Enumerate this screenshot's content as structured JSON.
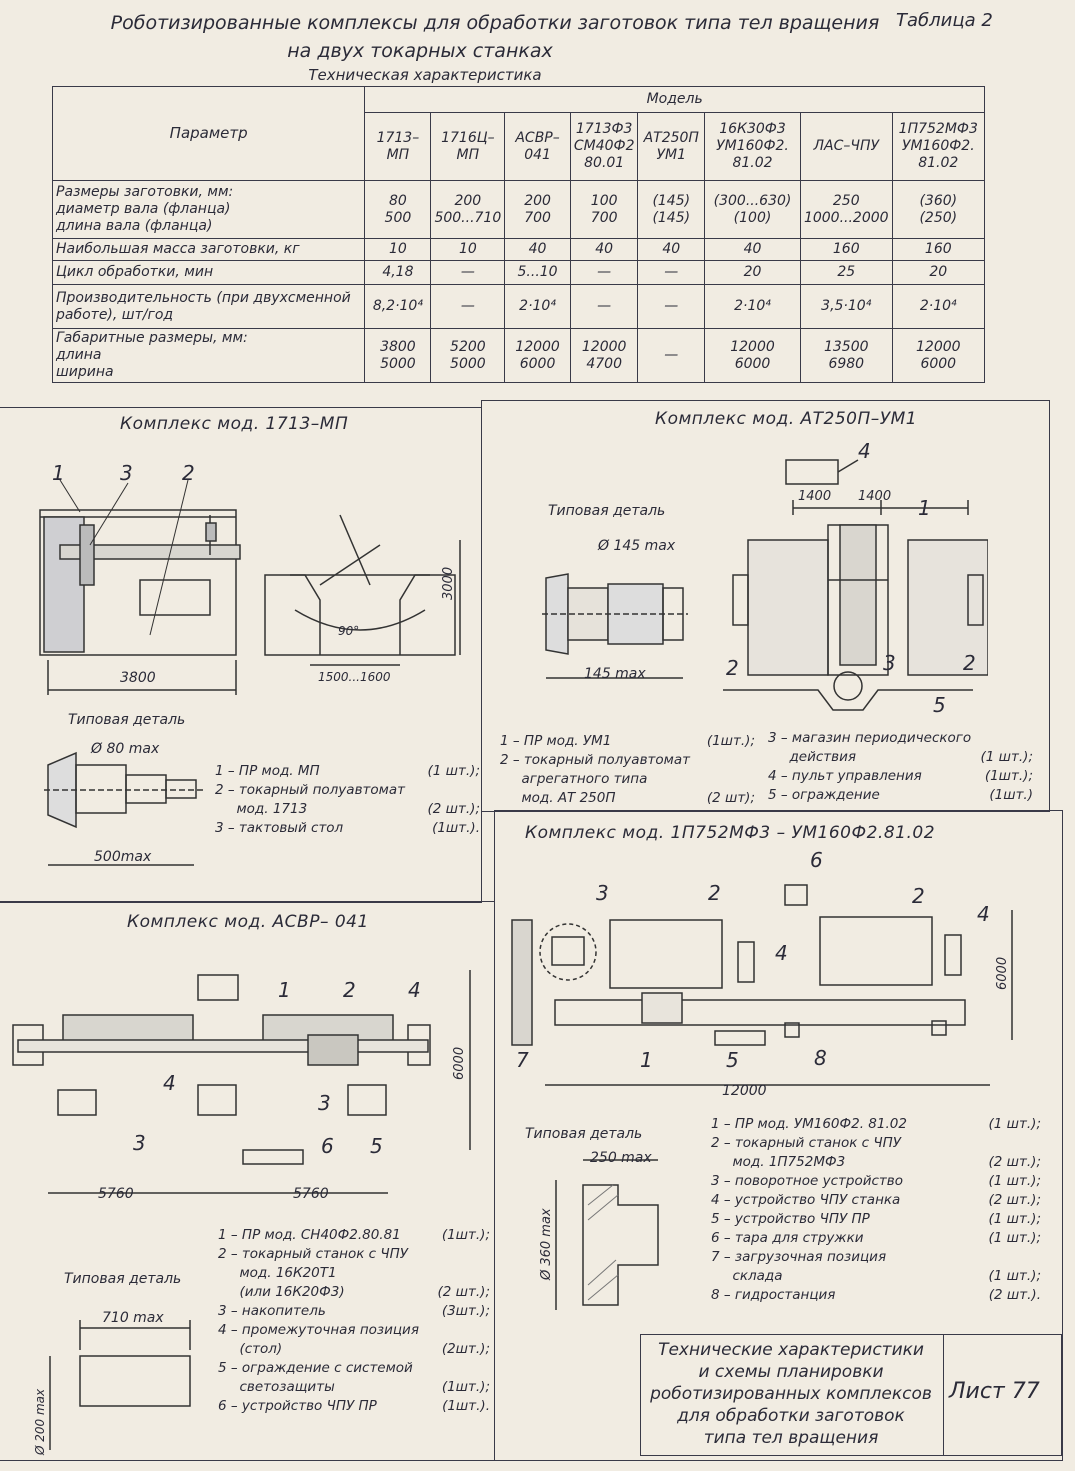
{
  "header": {
    "line1": "Роботизированные комплексы для обработки заготовок типа тел вращения",
    "table_no": "Таблица 2",
    "line2": "на двух токарных станках",
    "line3": "Техническая характеристика"
  },
  "table": {
    "param_header": "Параметр",
    "model_header": "Модель",
    "models": [
      "1713–МП",
      "1716Ц–МП",
      "АСВР–041",
      "1713Ф3 СМ40Ф2 80.01",
      "АТ250П УМ1",
      "16К30Ф3 УМ160Ф2. 81.02",
      "ЛАС–ЧПУ",
      "1П752МФ3 УМ160Ф2. 81.02"
    ],
    "rows": [
      {
        "param": "Размеры заготовки, мм:\nдиаметр вала (фланца)\nдлина вала (фланца)",
        "values": [
          "80\n500",
          "200\n500...710",
          "200\n700",
          "100\n700",
          "(145)\n(145)",
          "(300...630)\n(100)",
          "250\n1000...2000",
          "(360)\n(250)"
        ]
      },
      {
        "param": "Наибольшая масса заготовки, кг",
        "values": [
          "10",
          "10",
          "40",
          "40",
          "40",
          "40",
          "160",
          "160"
        ]
      },
      {
        "param": "Цикл обработки, мин",
        "values": [
          "4,18",
          "—",
          "5...10",
          "—",
          "—",
          "20",
          "25",
          "20"
        ]
      },
      {
        "param": "Производительность (при двухсменной работе), шт/год",
        "values": [
          "8,2·10⁴",
          "—",
          "2·10⁴",
          "—",
          "—",
          "2·10⁴",
          "3,5·10⁴",
          "2·10⁴"
        ]
      },
      {
        "param": "Габаритные размеры, мм:\nдлина\nширина",
        "values": [
          "3800\n5000",
          "5200\n5000",
          "12000\n6000",
          "12000\n4700",
          "—",
          "12000\n6000",
          "13500\n6980",
          "12000\n6000"
        ]
      }
    ]
  },
  "s1": {
    "title": "Комплекс мод. 1713–МП",
    "callouts": [
      "1",
      "3",
      "2"
    ],
    "dim_3800": "3800",
    "dim_3000": "3000",
    "dim_1500": "1500...1600",
    "angle": "90°",
    "part_title": "Типовая деталь",
    "part_d": "Ø 80 max",
    "part_l": "500max",
    "legend": [
      {
        "t": "1 – ПР мод. МП",
        "q": "(1 шт.);"
      },
      {
        "t": "2 – токарный полуавтомат\n     мод. 1713",
        "q": "(2 шт.);"
      },
      {
        "t": "3 – тактовый стол",
        "q": "(1шт.)."
      }
    ]
  },
  "s2": {
    "title": "Комплекс мод. АТ250П–УМ1",
    "part_title": "Типовая деталь",
    "part_d": "Ø 145 max",
    "part_l": "145 max",
    "dim_a": "1400",
    "dim_b": "1400",
    "callouts": [
      "4",
      "1",
      "2",
      "3",
      "2",
      "5"
    ],
    "legend_left": [
      {
        "t": "1 – ПР мод. УМ1",
        "q": "(1шт.);"
      },
      {
        "t": "2 – токарный полуавтомат\n     агрегатного типа\n     мод. АТ 250П",
        "q": "(2 шт);"
      }
    ],
    "legend_right": [
      {
        "t": "3 – магазин периодического\n     действия",
        "q": "(1 шт.);"
      },
      {
        "t": "4 – пульт управления",
        "q": "(1шт.);"
      },
      {
        "t": "5 – ограждение",
        "q": "(1шт.)"
      }
    ]
  },
  "s3": {
    "title": "Комплекс мод. АСВР– 041",
    "callouts": [
      "1",
      "2",
      "4",
      "4",
      "3",
      "3",
      "6",
      "5"
    ],
    "dim_left": "5760",
    "dim_right": "5760",
    "dim_6000": "6000",
    "part_title": "Типовая деталь",
    "part_l": "710 max",
    "part_d": "Ø 200 max",
    "legend": [
      {
        "t": "1 – ПР мод. СН40Ф2.80.81",
        "q": "(1шт.);"
      },
      {
        "t": "2 – токарный станок с ЧПУ\n     мод. 16К20Т1\n     (или 16К20Ф3)",
        "q": "(2 шт.);"
      },
      {
        "t": "3 – накопитель",
        "q": "(3шт.);"
      },
      {
        "t": "4 – промежуточная позиция\n     (стол)",
        "q": "(2шт.);"
      },
      {
        "t": "5 – ограждение с системой\n     светозащиты",
        "q": "(1шт.);"
      },
      {
        "t": "6 – устройство ЧПУ ПР",
        "q": "(1шт.)."
      }
    ]
  },
  "s4": {
    "title": "Комплекс мод. 1П752МФ3 – УМ160Ф2.81.02",
    "callouts": [
      "6",
      "3",
      "2",
      "2",
      "4",
      "4",
      "7",
      "1",
      "5",
      "8"
    ],
    "dim_12000": "12000",
    "dim_6000": "6000",
    "part_title": "Типовая деталь",
    "part_l": "250 max",
    "part_d": "Ø 360 max",
    "legend": [
      {
        "t": "1 – ПР мод. УМ160Ф2. 81.02",
        "q": "(1 шт.);"
      },
      {
        "t": "2 – токарный станок с ЧПУ\n     мод. 1П752МФ3",
        "q": "(2 шт.);"
      },
      {
        "t": "3 – поворотное устройство",
        "q": "(1 шт.);"
      },
      {
        "t": "4 – устройство ЧПУ станка",
        "q": "(2 шт.);"
      },
      {
        "t": "5 – устройство ЧПУ ПР",
        "q": "(1 шт.);"
      },
      {
        "t": "6 – тара для стружки",
        "q": "(1 шт.);"
      },
      {
        "t": "7 – загрузочная позиция\n     склада",
        "q": "(1 шт.);"
      },
      {
        "t": "8 – гидростанция",
        "q": "(2 шт.)."
      }
    ]
  },
  "title_block": {
    "text": "Технические характеристики\nи схемы планировки\nроботизированных комплексов\nдля обработки заготовок\nтипа тел вращения",
    "sheet": "Лист 77"
  }
}
